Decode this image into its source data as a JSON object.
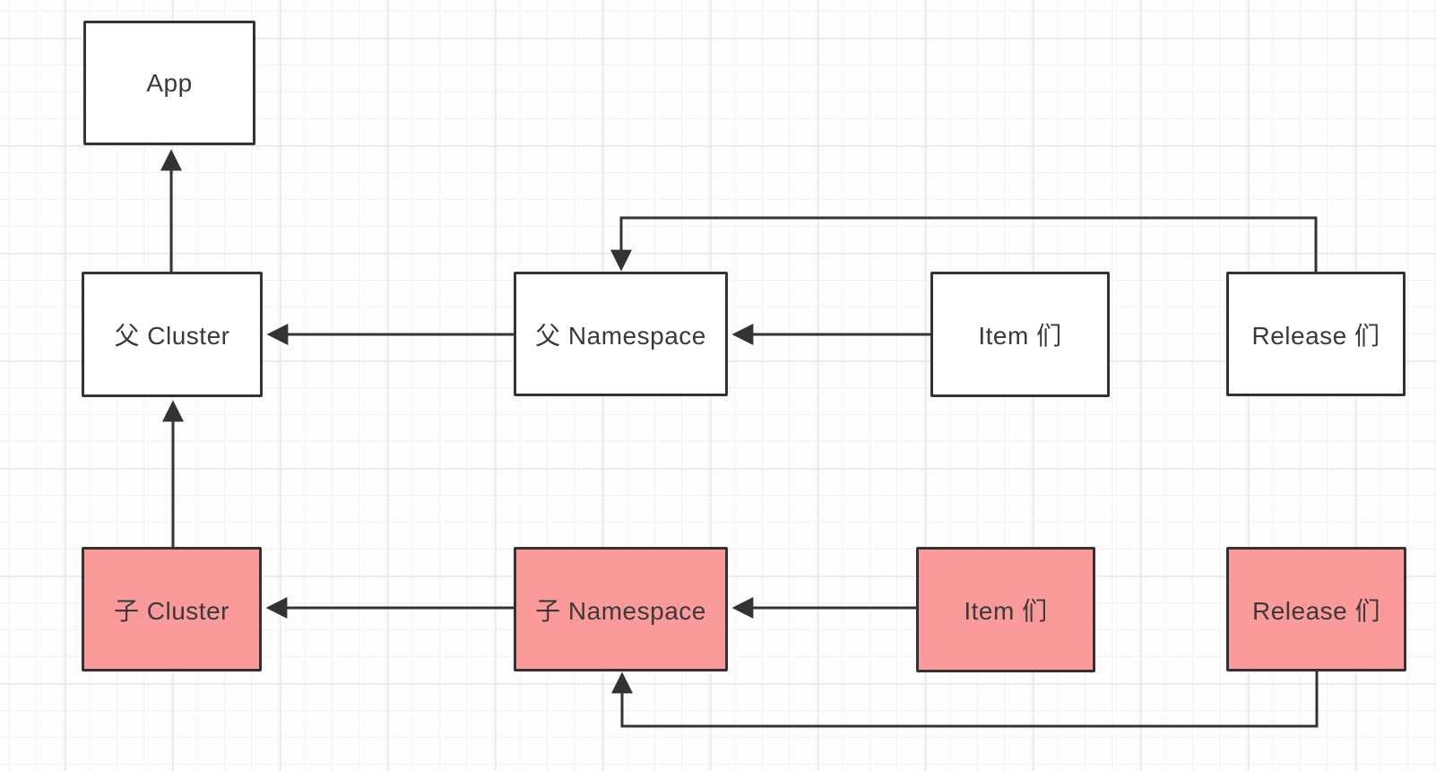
{
  "diagram": {
    "colors": {
      "stroke": "#333333",
      "text": "#3a3a3a",
      "parent_fill": "#ffffff",
      "child_fill": "#fb9a9a",
      "grid_minor": "#f2f2f2",
      "grid_major": "#e8e8e8"
    },
    "nodes": [
      {
        "id": "app",
        "label": "App",
        "variant": "parent"
      },
      {
        "id": "parent-cluster",
        "label": "父 Cluster",
        "variant": "parent"
      },
      {
        "id": "parent-namespace",
        "label": "父 Namespace",
        "variant": "parent"
      },
      {
        "id": "parent-items",
        "label": "Item 们",
        "variant": "parent"
      },
      {
        "id": "parent-releases",
        "label": "Release 们",
        "variant": "parent"
      },
      {
        "id": "child-cluster",
        "label": "子 Cluster",
        "variant": "child"
      },
      {
        "id": "child-namespace",
        "label": "子 Namespace",
        "variant": "child"
      },
      {
        "id": "child-items",
        "label": "Item 们",
        "variant": "child"
      },
      {
        "id": "child-releases",
        "label": "Release 们",
        "variant": "child"
      }
    ],
    "edges": [
      {
        "id": "edge-parent-cluster-to-app",
        "from": "parent-cluster",
        "to": "app"
      },
      {
        "id": "edge-child-cluster-to-parent-cluster",
        "from": "child-cluster",
        "to": "parent-cluster"
      },
      {
        "id": "edge-parent-namespace-to-parent-cluster",
        "from": "parent-namespace",
        "to": "parent-cluster"
      },
      {
        "id": "edge-parent-items-to-parent-namespace",
        "from": "parent-items",
        "to": "parent-namespace"
      },
      {
        "id": "edge-parent-releases-to-parent-namespace",
        "from": "parent-releases",
        "to": "parent-namespace"
      },
      {
        "id": "edge-child-namespace-to-child-cluster",
        "from": "child-namespace",
        "to": "child-cluster"
      },
      {
        "id": "edge-child-items-to-child-namespace",
        "from": "child-items",
        "to": "child-namespace"
      },
      {
        "id": "edge-child-releases-to-child-namespace",
        "from": "child-releases",
        "to": "child-namespace"
      }
    ]
  }
}
